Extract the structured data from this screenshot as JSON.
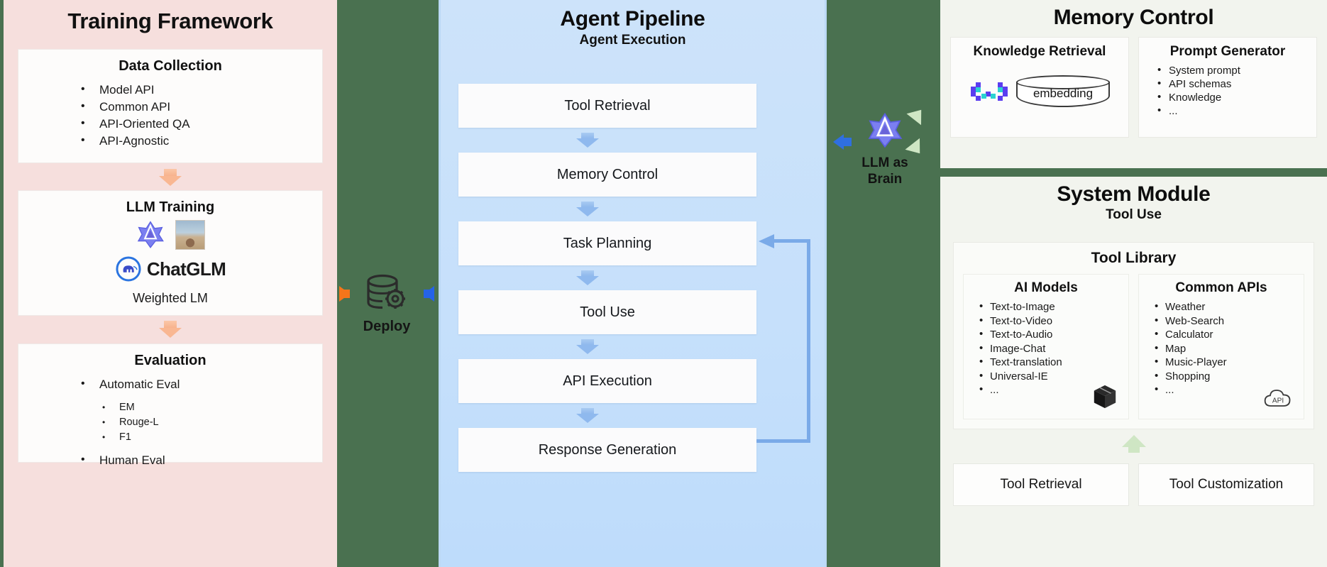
{
  "background_color": "#4a7150",
  "training": {
    "title": "Training Framework",
    "panel_color": "#f6dfdd",
    "data_collection": {
      "heading": "Data Collection",
      "items": [
        "Model API",
        "Common API",
        "API-Oriented QA",
        "API-Agnostic"
      ]
    },
    "llm_training": {
      "heading": "LLM Training",
      "logo_zhipu": "zhipu-hexagram-icon",
      "logo_llama": "llama-image-icon",
      "logo_chatglm_mark": "chatglm-elephant-icon",
      "wordmark": "ChatGLM",
      "caption": "Weighted LM"
    },
    "evaluation": {
      "heading": "Evaluation",
      "items": [
        "Automatic Eval",
        "Human Eval"
      ],
      "sub_items": [
        "EM",
        "Rouge-L",
        "F1"
      ]
    }
  },
  "deploy": {
    "label": "Deploy",
    "icon": "database-gear-icon",
    "arrow_in_color": "#f5751a",
    "arrow_out_color": "#2563e8"
  },
  "pipeline": {
    "title": "Agent Pipeline",
    "subtitle": "Agent Execution",
    "panel_color": "#c6e0fb",
    "steps": [
      "Tool Retrieval",
      "Memory Control",
      "Task Planning",
      "Tool Use",
      "API Execution",
      "Response Generation"
    ],
    "loop": {
      "from": "Response Generation",
      "to": "Task Planning",
      "color": "#7aaae8"
    }
  },
  "brain": {
    "label_line1": "LLM as",
    "label_line2": "Brain",
    "logo": "zhipu-hexagram-icon",
    "arrow_left_color": "#2f6fe0",
    "arrow_green_color": "#cfe6c4"
  },
  "memory_control": {
    "title": "Memory Control",
    "panel_color": "#f2f4ee",
    "knowledge_retrieval": {
      "heading": "Knowledge Retrieval",
      "icon": "embedding-pixels-icon",
      "database_label": "embedding"
    },
    "prompt_generator": {
      "heading": "Prompt Generator",
      "items": [
        "System prompt",
        "API schemas",
        "Knowledge",
        "..."
      ]
    }
  },
  "system_module": {
    "title": "System Module",
    "subtitle": "Tool Use",
    "panel_color": "#f2f4ee",
    "tool_library": {
      "heading": "Tool Library",
      "ai_models": {
        "heading": "AI Models",
        "icon": "cube-icon",
        "items": [
          "Text-to-Image",
          "Text-to-Video",
          "Text-to-Audio",
          "Image-Chat",
          "Text-translation",
          "Universal-IE",
          "..."
        ]
      },
      "common_apis": {
        "heading": "Common APIs",
        "icon": "api-cloud-icon",
        "items": [
          "Weather",
          "Web-Search",
          "Calculator",
          "Map",
          "Music-Player",
          "Shopping",
          "..."
        ]
      }
    },
    "bottom_boxes": [
      "Tool Retrieval",
      "Tool Customization"
    ]
  }
}
